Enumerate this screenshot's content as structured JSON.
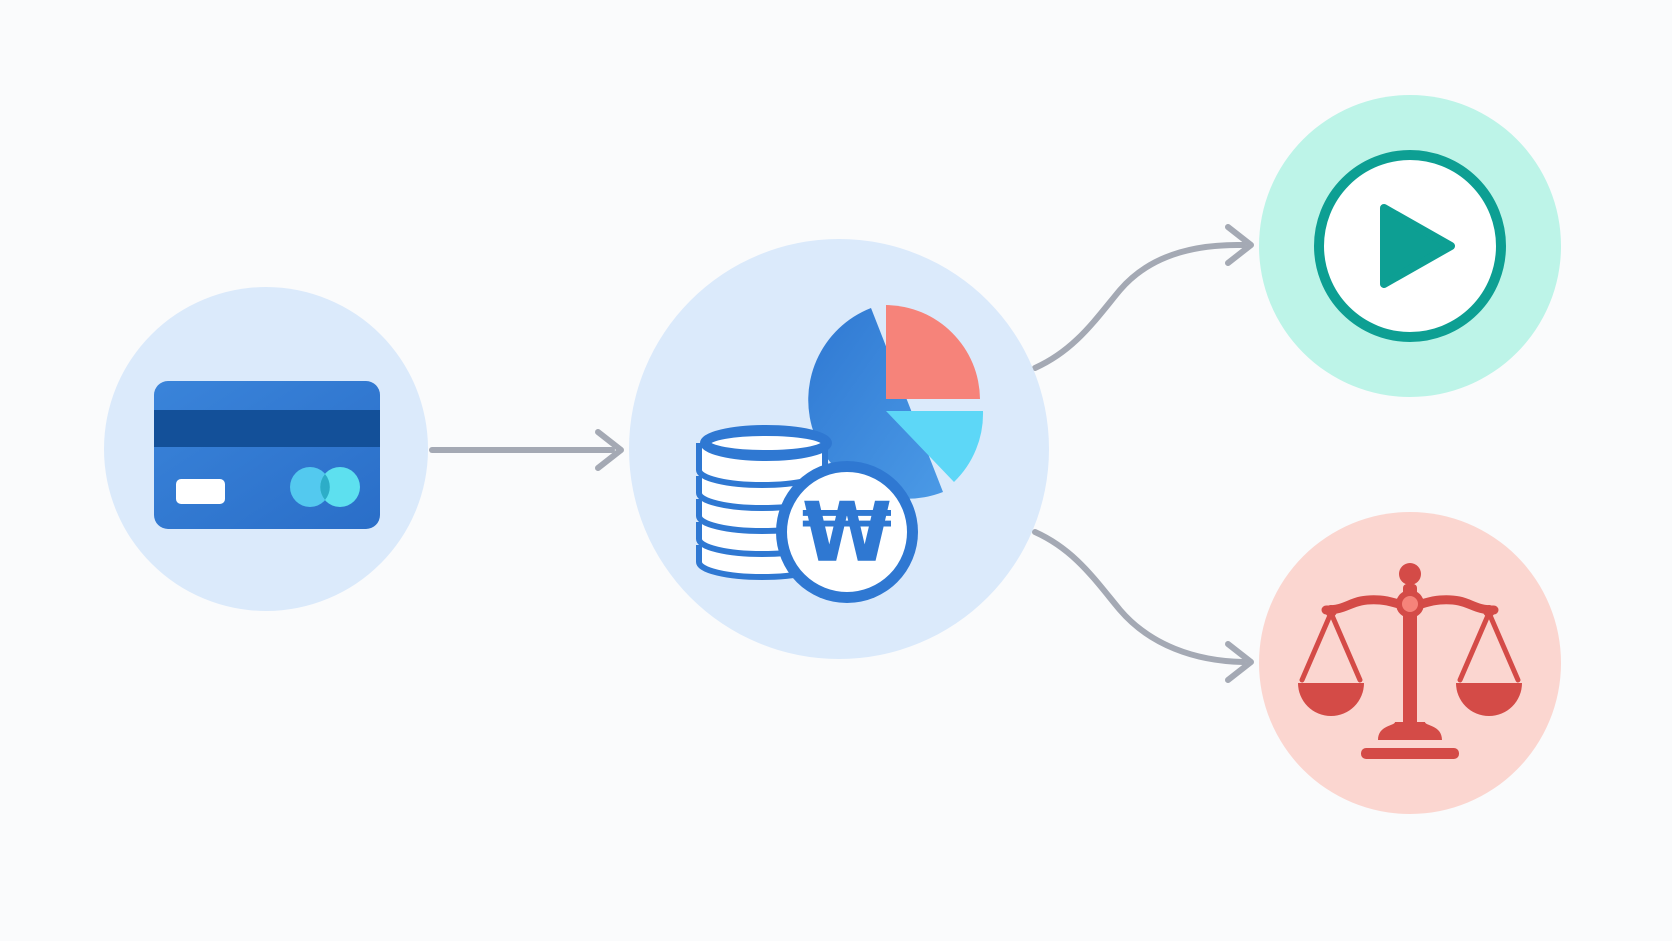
{
  "diagram": {
    "nodes": [
      {
        "id": "card",
        "icon": "credit-card-icon",
        "bg": "#dbeafb"
      },
      {
        "id": "budget",
        "icon": "won-coins-pie-chart-icon",
        "bg": "#dbeafb"
      },
      {
        "id": "play",
        "icon": "play-icon",
        "bg": "#bdf4e8"
      },
      {
        "id": "legal",
        "icon": "balance-scale-icon",
        "bg": "#fbd6d0"
      }
    ],
    "edges": [
      {
        "from": "card",
        "to": "budget"
      },
      {
        "from": "budget",
        "to": "play"
      },
      {
        "from": "budget",
        "to": "legal"
      }
    ],
    "symbols": {
      "currency": "₩"
    },
    "colors": {
      "blue": "#2f78d2",
      "dark_blue": "#135099",
      "cyan": "#5dd7f7",
      "coral": "#f6837a",
      "teal": "#0d9f93",
      "red": "#d44b47",
      "arrow": "#a4a9b4"
    }
  }
}
